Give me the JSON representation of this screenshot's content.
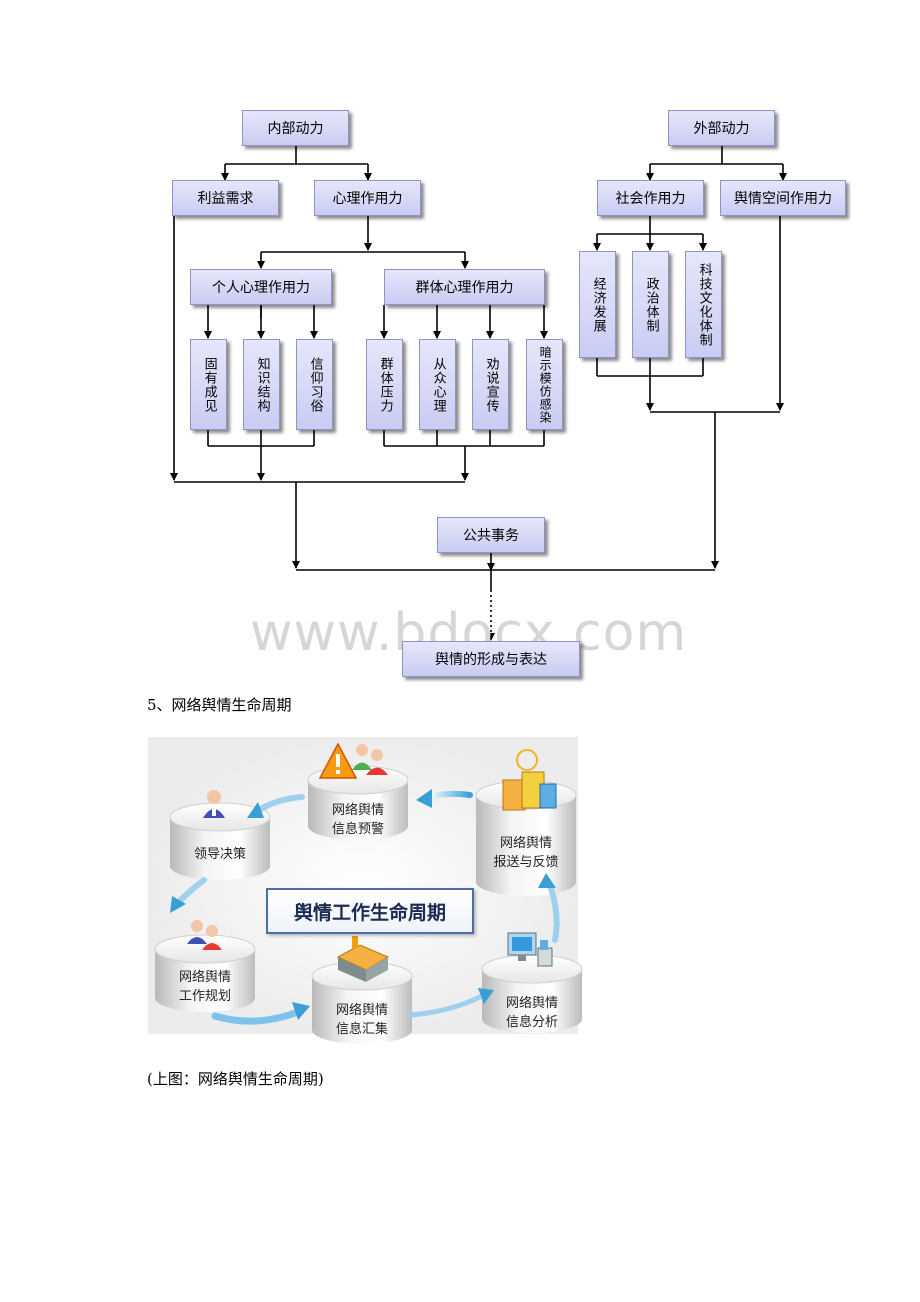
{
  "flowchart": {
    "internal_force": "内部动力",
    "external_force": "外部动力",
    "interest_demand": "利益需求",
    "psychological_force": "心理作用力",
    "individual_psych": "个人心理作用力",
    "group_psych": "群体心理作用力",
    "individual_items": [
      "固有成见",
      "知识结构",
      "信仰习俗"
    ],
    "group_items": [
      "群体压力",
      "从众心理",
      "劝说宣传",
      "暗示模仿感染"
    ],
    "social_force": "社会作用力",
    "opinion_space_force": "舆情空间作用力",
    "social_items": [
      "经济发展",
      "政治体制",
      "科技文化体制"
    ],
    "public_affairs": "公共事务",
    "formation": "舆情的形成与表达"
  },
  "watermark": "www.bdocx.com",
  "section_heading": "5、网络舆情生命周期",
  "cycle": {
    "title": "舆情工作生命周期",
    "warning": [
      "网络舆情",
      "信息预警"
    ],
    "report": [
      "网络舆情",
      "报送与反馈"
    ],
    "leader": "领导决策",
    "planning": [
      "网络舆情",
      "工作规划"
    ],
    "collect": [
      "网络舆情",
      "信息汇集"
    ],
    "analysis": [
      "网络舆情",
      "信息分析"
    ]
  },
  "figure_caption": "(上图：网络舆情生命周期)"
}
